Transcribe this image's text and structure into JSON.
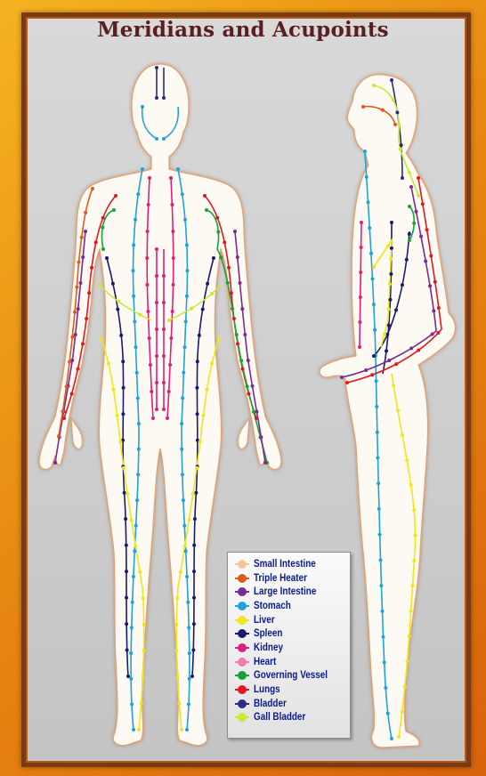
{
  "title": "Meridians and Acupoints",
  "legend": [
    {
      "label": "Small Intestine",
      "color": "#f5c99a"
    },
    {
      "label": "Triple Heater",
      "color": "#e2591c"
    },
    {
      "label": "Large Intestine",
      "color": "#7b2a8e"
    },
    {
      "label": "Stomach",
      "color": "#1ea2dc"
    },
    {
      "label": "Liver",
      "color": "#f0e71a"
    },
    {
      "label": "Spleen",
      "color": "#1a1a6e"
    },
    {
      "label": "Kidney",
      "color": "#e01f7a"
    },
    {
      "label": "Heart",
      "color": "#f27bb0"
    },
    {
      "label": "Governing Vessel",
      "color": "#18a33a"
    },
    {
      "label": "Lungs",
      "color": "#e0191f"
    },
    {
      "label": "Bladder",
      "color": "#2c2a86"
    },
    {
      "label": "Gall Bladder",
      "color": "#c9e83a"
    }
  ]
}
